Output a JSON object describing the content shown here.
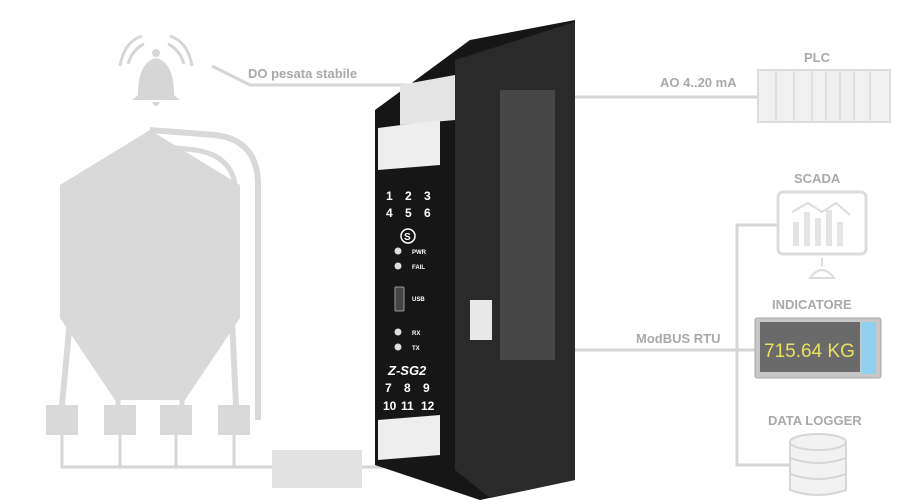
{
  "labels": {
    "digital_output": "DO pesata stabile",
    "analog_output": "AO 4..20 mA",
    "modbus": "ModBUS RTU",
    "plc": "PLC",
    "scada": "SCADA",
    "indicator": "INDICATORE",
    "data_logger": "DATA LOGGER"
  },
  "indicator_display": "715.64 KG",
  "device": {
    "model": "Z-SG2",
    "terminals_top": [
      "1",
      "2",
      "3",
      "4",
      "5",
      "6"
    ],
    "terminals_bottom": [
      "7",
      "8",
      "9",
      "10",
      "11",
      "12"
    ],
    "leds": [
      "PWR",
      "FAIL",
      "RX",
      "TX"
    ],
    "usb_label": "USB",
    "logo": "S"
  },
  "colors": {
    "diagram_gray": "#d9d9d9",
    "label_gray": "#a9a9a9",
    "device_body": "#1e1e1e",
    "display_text": "#e8e060",
    "display_button": "#8fd0ee"
  }
}
